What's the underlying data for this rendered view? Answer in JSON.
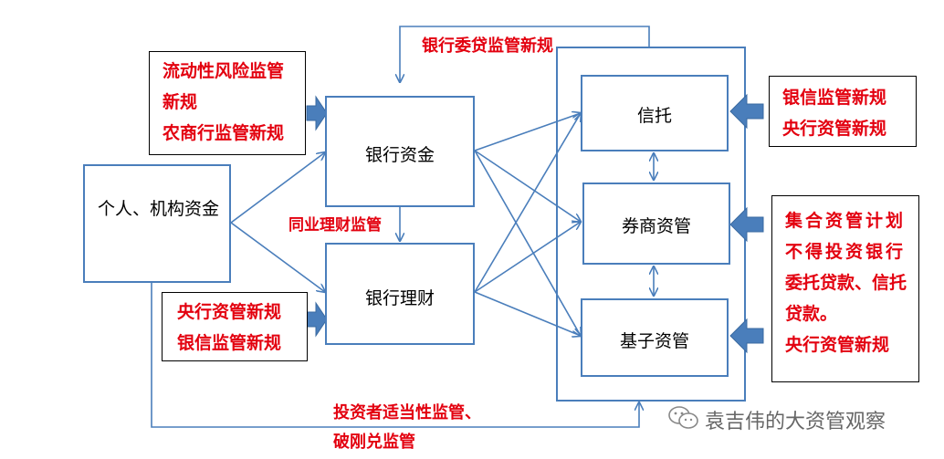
{
  "nodes": {
    "source": "个人、机构资金",
    "bank_funds": "银行资金",
    "bank_wm": "银行理财",
    "trust": "信托",
    "broker_am": "券商资管",
    "fund_sub_am": "基子资管"
  },
  "notes": {
    "top_left": [
      "流动性风险监管",
      "新规",
      "农商行监管新规"
    ],
    "bottom_left": [
      "央行资管新规",
      "银信监管新规"
    ],
    "right_trust": [
      "银信监管新规",
      "央行资管新规"
    ],
    "right_broker": [
      "集合资管计划",
      "不得投资银行",
      "委托贷款、信托",
      "贷款。",
      "央行资管新规"
    ]
  },
  "labels": {
    "top_loop": "银行委贷监管新规",
    "interbank": "同业理财监管",
    "bottom_loop_1": "投资者适当性监管、",
    "bottom_loop_2": "破刚兑监管"
  },
  "watermark": "袁吉伟的大资管观察",
  "colors": {
    "line": "#4a7ebb",
    "note_text": "#e3000f",
    "arrow_fill": "#4a7ebb"
  }
}
